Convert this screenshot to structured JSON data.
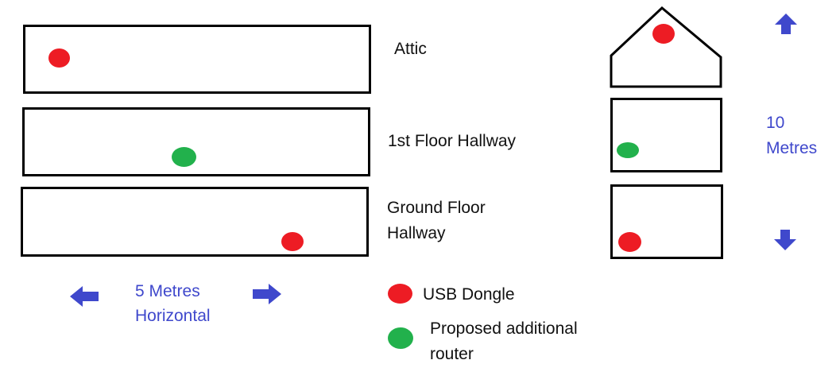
{
  "colors": {
    "usb_dongle": "#ed1c24",
    "proposed_router": "#22b14c",
    "dimension_text": "#3f48cc",
    "outline": "#000000"
  },
  "floors": {
    "attic_label": "Attic",
    "first_floor_label": "1st Floor Hallway",
    "ground_floor_label_line1": "Ground Floor",
    "ground_floor_label_line2": "Hallway"
  },
  "dimensions": {
    "horizontal_line1": "5 Metres",
    "horizontal_line2": "Horizontal",
    "vertical_line1": "10",
    "vertical_line2": "Metres"
  },
  "legend": {
    "usb_dongle_label": "USB Dongle",
    "router_label_line1": "Proposed additional",
    "router_label_line2": "router"
  },
  "icons": {
    "left": "arrow-left-icon",
    "right": "arrow-right-icon",
    "up": "arrow-up-icon",
    "down": "arrow-down-icon"
  }
}
